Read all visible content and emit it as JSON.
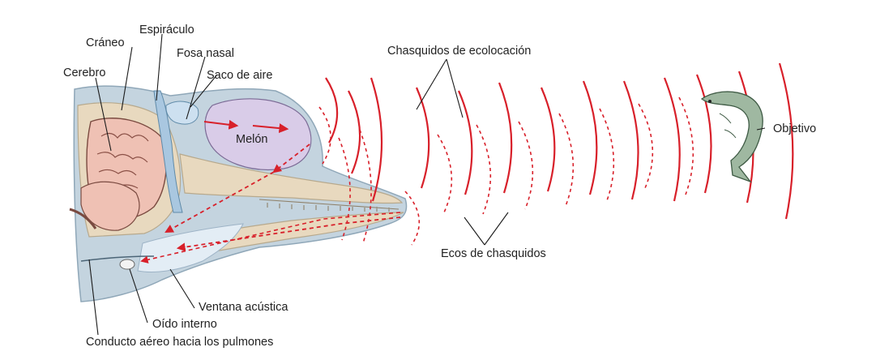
{
  "labels": {
    "espiraculo": "Espiráculo",
    "craneo": "Cráneo",
    "fosa_nasal": "Fosa nasal",
    "cerebro": "Cerebro",
    "saco_de_aire": "Saco de aire",
    "melon": "Melón",
    "chasquidos": "Chasquidos de ecolocación",
    "objetivo": "Objetivo",
    "ecos": "Ecos de chasquidos",
    "ventana": "Ventana acústica",
    "oido": "Oído interno",
    "conducto": "Conducto aéreo hacia los pulmones"
  },
  "colors": {
    "wave": "#d8202a",
    "head_skin": "#c4d4df",
    "bone": "#e8d9bf",
    "melon": "#d9cce8",
    "brain": "#efc1b4",
    "fish": "#9fb8a1"
  }
}
